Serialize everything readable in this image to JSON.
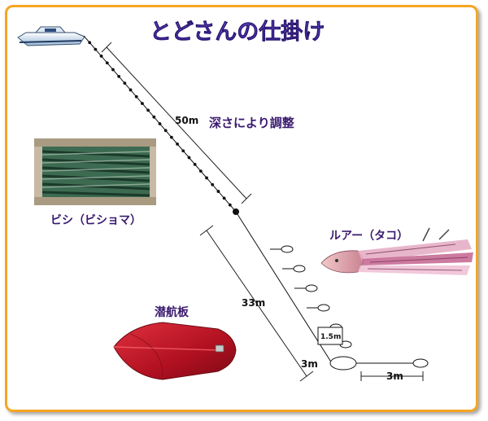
{
  "title": "とどさんの仕掛け",
  "labels": {
    "depth_note": "深さにより調整",
    "bishi": "ビシ（ビショマ）",
    "lure": "ルアー（タコ）",
    "diving_board": "潜航板"
  },
  "measurements": {
    "main_line": "50m",
    "branch_section": "33m",
    "branch_spacing": "1.5m",
    "leader": "3m",
    "end_leader": "3m"
  },
  "colors": {
    "frame": "#f5a623",
    "title": "#6a3fd0",
    "label": "#3a1a6e",
    "board": "#c0152a"
  }
}
